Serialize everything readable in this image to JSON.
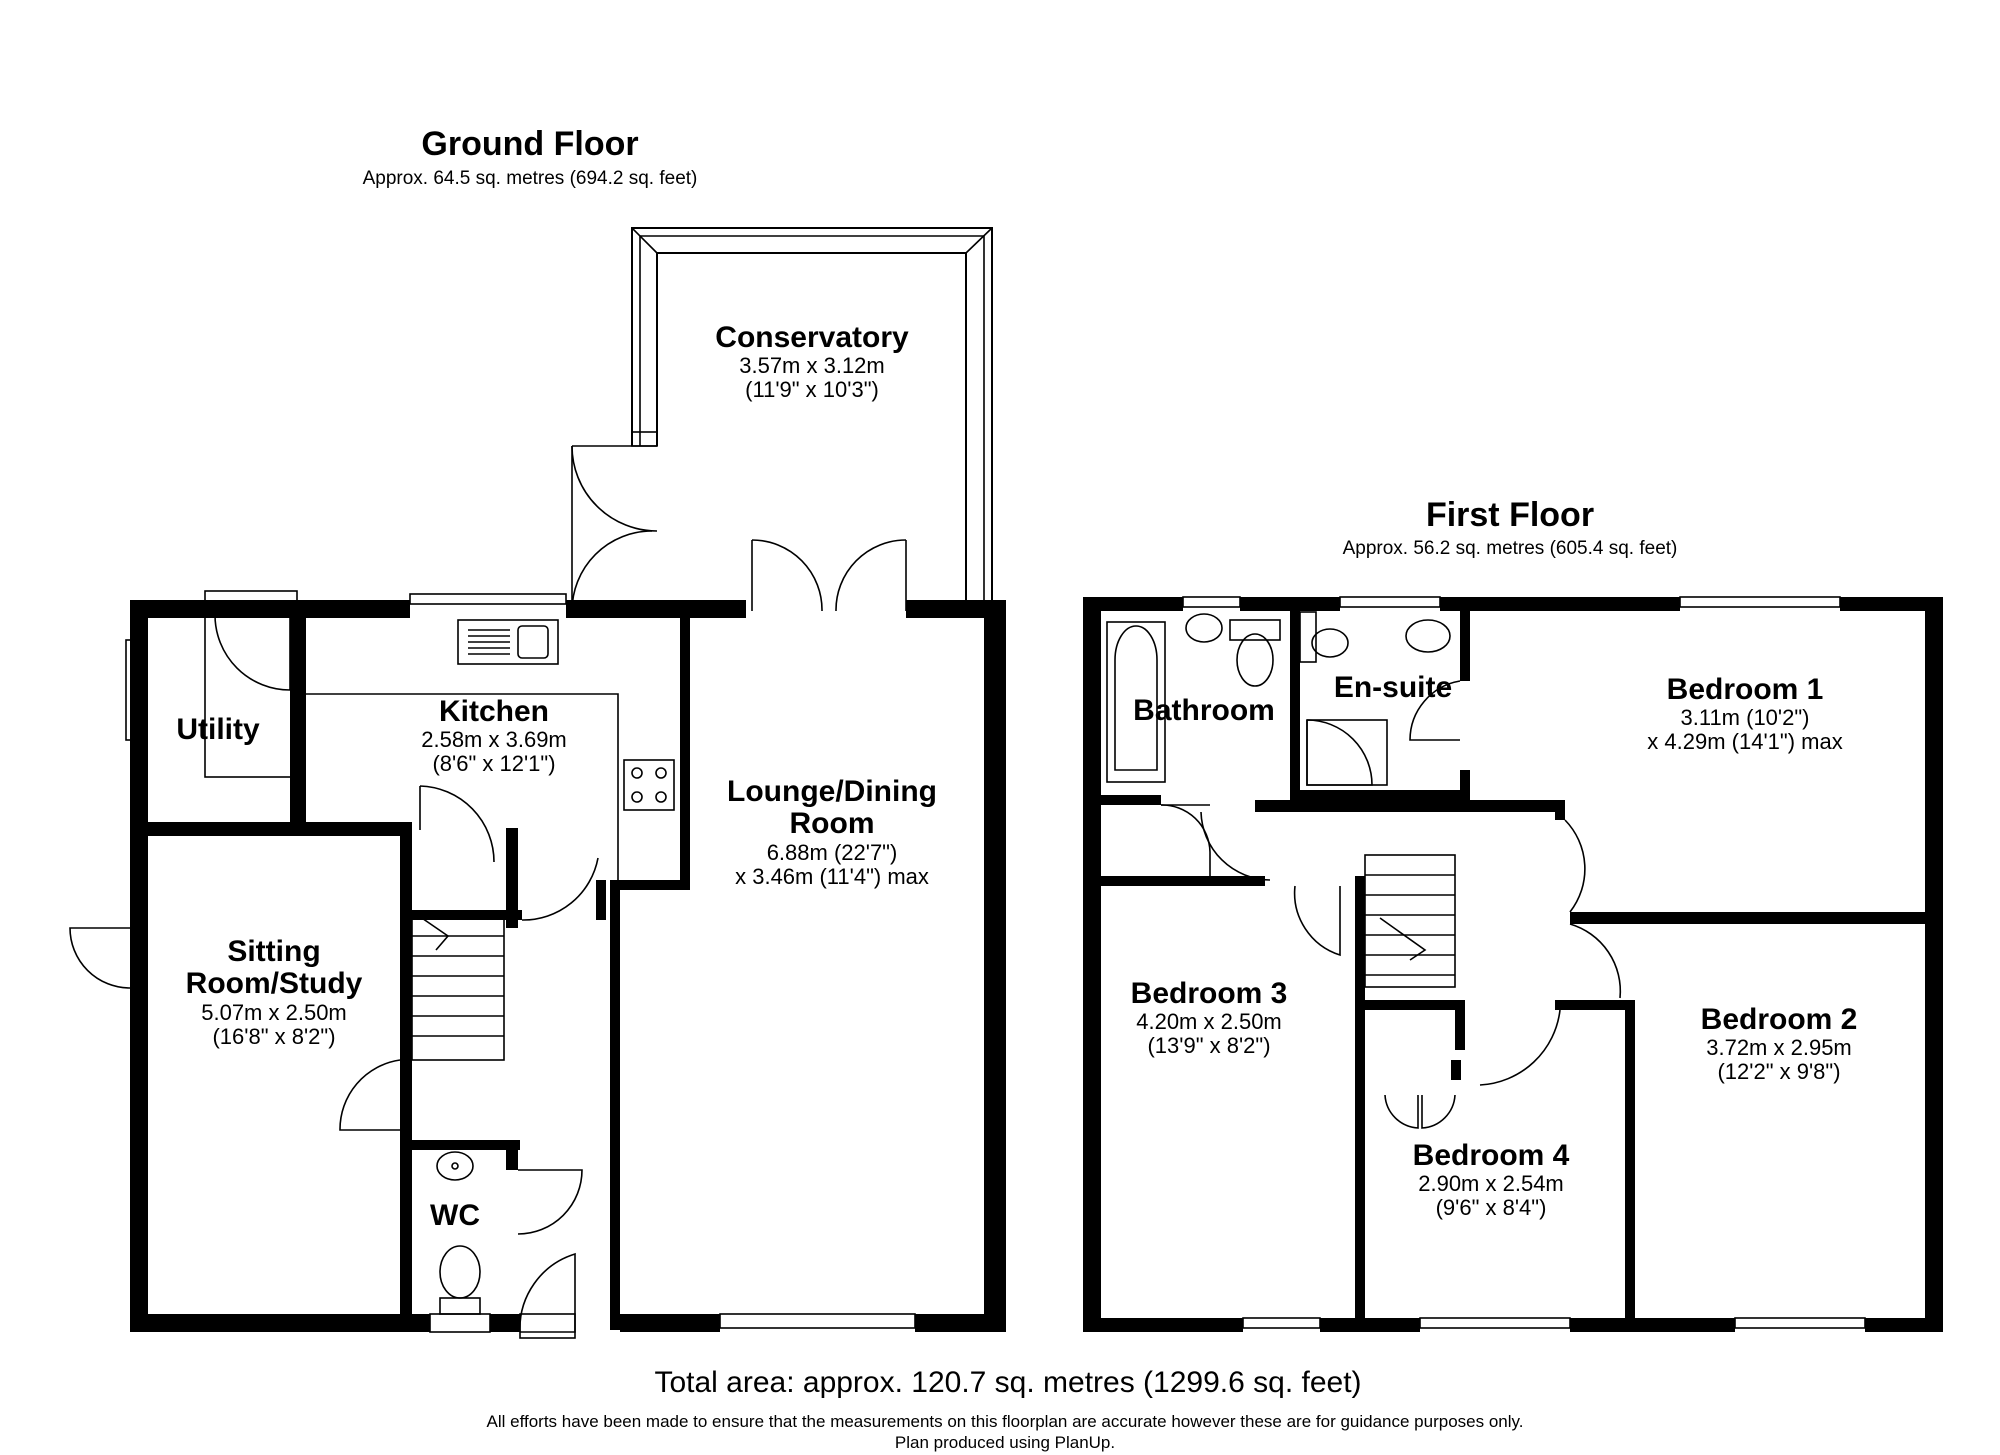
{
  "ground_floor": {
    "title": "Ground Floor",
    "area": "Approx. 64.5 sq. metres (694.2 sq. feet)",
    "rooms": [
      {
        "id": "conservatory",
        "name": "Conservatory",
        "dim1": "3.57m x 3.12m",
        "dim2": "(11'9\" x 10'3\")"
      },
      {
        "id": "utility",
        "name": "Utility"
      },
      {
        "id": "kitchen",
        "name": "Kitchen",
        "dim1": "2.58m x 3.69m",
        "dim2": "(8'6\" x 12'1\")"
      },
      {
        "id": "lounge-dining",
        "name": "Lounge/Dining",
        "name2": "Room",
        "dim1": "6.88m (22'7\")",
        "dim2": "x 3.46m (11'4\") max"
      },
      {
        "id": "sitting-room",
        "name": "Sitting",
        "name2": "Room/Study",
        "dim1": "5.07m x 2.50m",
        "dim2": "(16'8\" x 8'2\")"
      },
      {
        "id": "wc",
        "name": "WC"
      }
    ]
  },
  "first_floor": {
    "title": "First Floor",
    "area": "Approx. 56.2 sq. metres (605.4 sq. feet)",
    "rooms": [
      {
        "id": "bathroom",
        "name": "Bathroom"
      },
      {
        "id": "en-suite",
        "name": "En-suite"
      },
      {
        "id": "bedroom-1",
        "name": "Bedroom 1",
        "dim1": "3.11m (10'2\")",
        "dim2": "x 4.29m (14'1\") max"
      },
      {
        "id": "bedroom-3",
        "name": "Bedroom 3",
        "dim1": "4.20m x 2.50m",
        "dim2": "(13'9\" x 8'2\")"
      },
      {
        "id": "bedroom-2",
        "name": "Bedroom 2",
        "dim1": "3.72m x 2.95m",
        "dim2": "(12'2\" x 9'8\")"
      },
      {
        "id": "bedroom-4",
        "name": "Bedroom 4",
        "dim1": "2.90m x 2.54m",
        "dim2": "(9'6\" x 8'4\")"
      }
    ]
  },
  "total_area": "Total area: approx. 120.7 sq. metres (1299.6 sq. feet)",
  "disclaimer_line1": "All efforts have been made to ensure that the measurements on this floorplan are accurate however these are for guidance purposes only.",
  "disclaimer_line2": "Plan produced using PlanUp."
}
